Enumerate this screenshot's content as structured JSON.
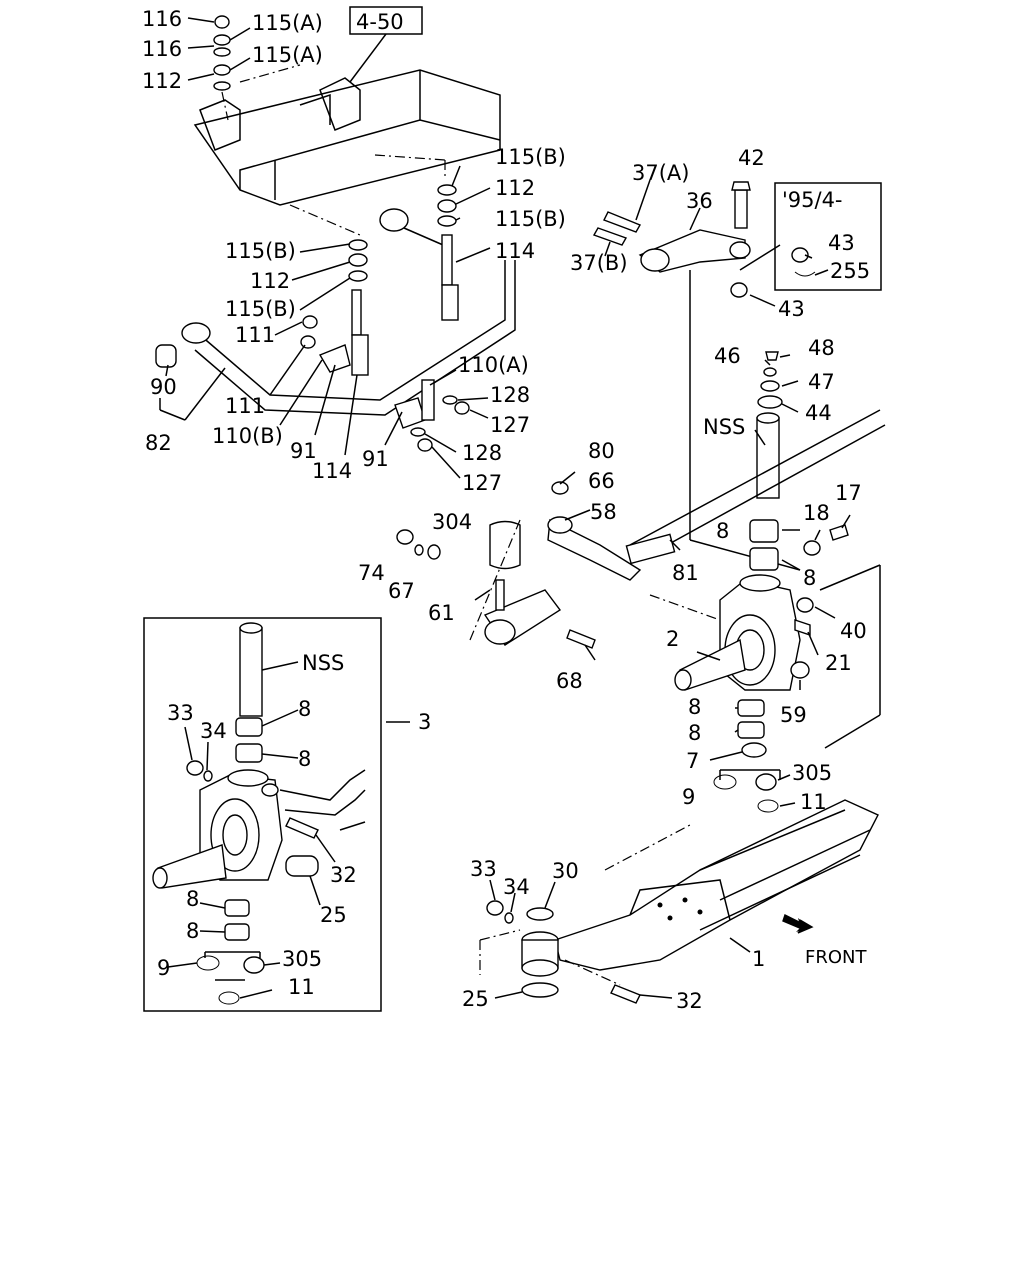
{
  "figure_ref": "4-50",
  "inset_box": {
    "label": "'95/4-"
  },
  "callouts": {
    "c116a": "116",
    "c116b": "116",
    "c112a": "112",
    "c115a1": "115(A)",
    "c115a2": "115(A)",
    "c115b1": "115(B)",
    "c112b": "112",
    "c115b2": "115(B)",
    "c114a": "114",
    "c115b3": "115(B)",
    "c112c": "112",
    "c115b4": "115(B)",
    "c111a": "111",
    "c90": "90",
    "c82": "82",
    "c111b": "111",
    "c110b": "110(B)",
    "c91a": "91",
    "c114b": "114",
    "c91b": "91",
    "c110a": "110(A)",
    "c128a": "128",
    "c127a": "127",
    "c128b": "128",
    "c127b": "127",
    "c37a": "37(A)",
    "c37b": "37(B)",
    "c36": "36",
    "c42": "42",
    "c43a": "43",
    "c255": "255",
    "c43b": "43",
    "c46": "46",
    "c48": "48",
    "c47": "47",
    "c44": "44",
    "cNSSa": "NSS",
    "c80": "80",
    "c66": "66",
    "c58": "58",
    "c304": "304",
    "c74": "74",
    "c67": "67",
    "c61": "61",
    "c81": "81",
    "c68": "68",
    "c18": "18",
    "c17": "17",
    "c8a": "8",
    "c8b": "8",
    "c40": "40",
    "c2": "2",
    "c21": "21",
    "c59": "59",
    "c8c": "8",
    "c8d": "8",
    "c7": "7",
    "c305a": "305",
    "c9a": "9",
    "c11a": "11",
    "c3": "3",
    "cNSSb": "NSS",
    "c33a": "33",
    "c34a": "34",
    "c8e": "8",
    "c8f": "8",
    "c32a": "32",
    "c25a": "25",
    "c8g": "8",
    "c8h": "8",
    "c9b": "9",
    "c305b": "305",
    "c11b": "11",
    "c33b": "33",
    "c34b": "34",
    "c30": "30",
    "c1": "1",
    "c25b": "25",
    "c32b": "32",
    "front": "FRONT"
  }
}
